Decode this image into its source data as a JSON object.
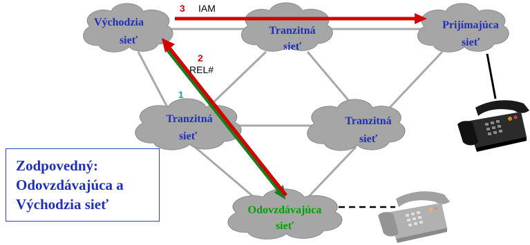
{
  "networks": {
    "origin": {
      "line1": "Východzia",
      "line2": "sieť"
    },
    "transit_top": {
      "line1": "Tranzitná",
      "line2": "sieť"
    },
    "receiving": {
      "line1": "Prijímajúca",
      "line2": "sieť"
    },
    "transit_left": {
      "line1": "Tranzitná",
      "line2": "sieť"
    },
    "transit_right": {
      "line1": "Tranzitná",
      "line2": "sieť"
    },
    "donor": {
      "line1": "Odovzdávajúca",
      "line2": "sieť"
    }
  },
  "messages": {
    "step1": {
      "number": "1",
      "label": ""
    },
    "step2": {
      "number": "2",
      "label": "REL#"
    },
    "step3": {
      "number": "3",
      "label": "IAM"
    }
  },
  "responsible": {
    "line1": "Zodpovedný:",
    "line2": "Odovzdávajúca a",
    "line3": "Východzia sieť"
  },
  "colors": {
    "cloud_fill": "#a6a6a6",
    "network_text": "#1f2fb8",
    "donor_text": "#00a000",
    "arrow_red": "#d40000",
    "arrow_green": "#1e7a1e",
    "step1_color": "#00b08a",
    "step_red": "#e00000",
    "link_gray": "#a8a8a8"
  },
  "icons": [
    "telephone-icon-connected",
    "telephone-icon-disconnected"
  ]
}
